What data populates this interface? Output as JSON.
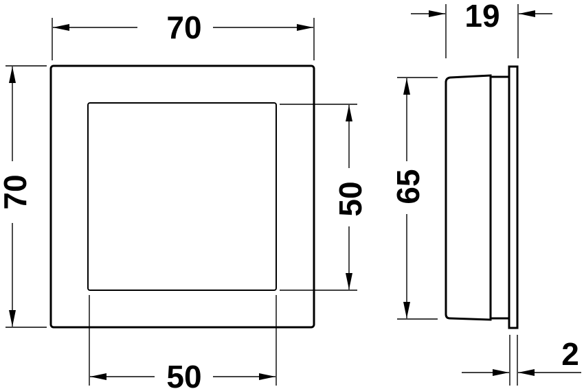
{
  "front_view": {
    "width_label": "70",
    "height_label": "70",
    "inner_height_label": "50",
    "inner_width_label": "50"
  },
  "side_view": {
    "height_label": "65",
    "depth_label": "19",
    "flange_label": "2"
  }
}
